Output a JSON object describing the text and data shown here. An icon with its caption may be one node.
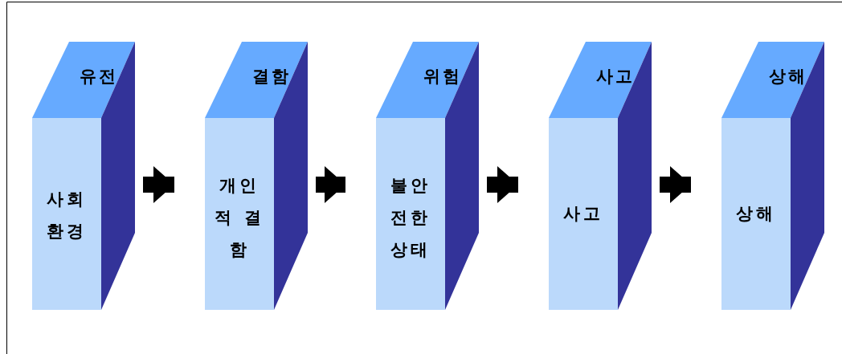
{
  "diagram": {
    "nodes": [
      {
        "text": [
          "유전",
          "사회 환경"
        ]
      },
      {
        "text": [
          "결함",
          "개인적 결함"
        ]
      },
      {
        "text": [
          "위험",
          "불안전한 상태"
        ]
      },
      {
        "text": [
          "사고",
          "사고"
        ]
      },
      {
        "text": [
          "상해",
          "상해"
        ]
      }
    ],
    "edges": [
      {
        "from": 0,
        "to": 1,
        "arrow": "to"
      },
      {
        "from": 1,
        "to": 2,
        "arrow": "to"
      },
      {
        "from": 2,
        "to": 3,
        "arrow": "to"
      },
      {
        "from": 3,
        "to": 4,
        "arrow": "to"
      }
    ]
  }
}
